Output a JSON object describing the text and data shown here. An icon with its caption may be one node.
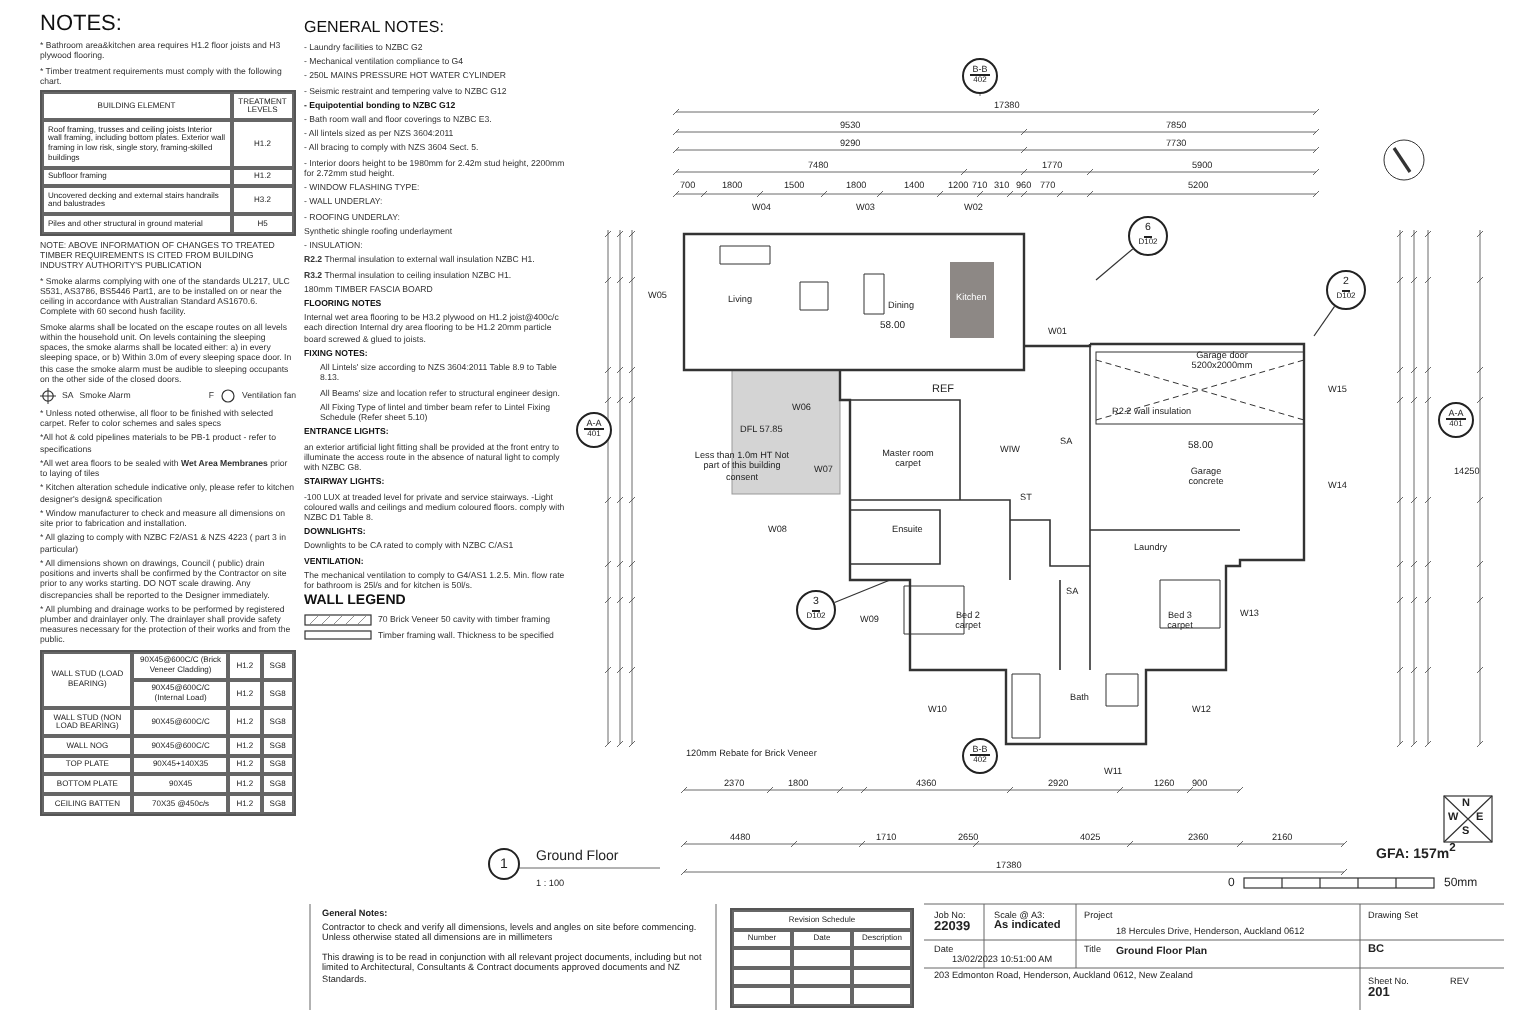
{
  "diagram": {
    "nodes": [
      {
        "text": [
          "B-B",
          "402"
        ]
      },
      {
        "text": [
          "B-B",
          "402"
        ]
      },
      {
        "text": [
          "A-A",
          "401"
        ]
      },
      {
        "text": [
          "A-A",
          "401"
        ]
      },
      {
        "text": [
          "6",
          "D102"
        ]
      },
      {
        "text": [
          "2",
          "D102"
        ]
      },
      {
        "text": [
          "3",
          "D102"
        ]
      },
      {
        "text": [
          "1"
        ]
      }
    ],
    "edges": [
      {
        "from": 4,
        "to": null,
        "arrow": "none"
      },
      {
        "from": 5,
        "to": null,
        "arrow": "none"
      },
      {
        "from": 6,
        "to": null,
        "arrow": "none"
      }
    ],
    "labels": [
      "NOTES:",
      "* Bathroom area&kitchen area requires H1.2 floor joists and H3 plywood flooring.",
      "* Timber treatment requirements must comply with the following chart.",
      "BUILDING ELEMENT",
      "TREATMENT LEVELS",
      "Roof framing, trusses and ceiling joists Interior wall framing, including bottom plates. Exterior wall framing in low risk, single story, framing-skilled buildings",
      "H1.2",
      "Subfloor framing",
      "H1.2",
      "Uncovered decking and external stairs handrails and balustrades",
      "H3.2",
      "Piles and other structural in ground material",
      "H5",
      "NOTE: ABOVE INFORMATION OF CHANGES TO TREATED TIMBER REQUIREMENTS IS CITED FROM BUILDING INDUSTRY AUTHORITY'S PUBLICATION",
      "* Smoke alarms complying with one of the standards UL217, ULC S531, AS3786, BS5446 Part1, are to be installed on or near the ceiling in accordance with Australian Standard AS1670.6. Complete with 60 second hush facility.",
      "Smoke alarms shall be located on the escape routes on all levels within the household unit. On levels containing the sleeping spaces, the smoke alarms shall be located either: a) in every sleeping space, or b) Within 3.0m of every sleeping space door. In this case the smoke alarm must be audible to sleeping occupants on the other side of the closed doors.",
      "SA",
      "F",
      "* Unless noted otherwise, all floor to be finished with selected carpet. Refer to color schemes and sales specs",
      "*All hot & cold pipelines materials to be PB-1 product - refer to specifications",
      "*All wet area floors to be sealed with **Wet Area Membranes** prior to laying of tiles",
      "* Kitchen alteration schedule indicative only, please refer to kitchen designer's design& specification",
      "* Window manufacturer to check and measure all dimensions on site prior to fabrication and installation.",
      "* All glazing to comply with NZBC F2/AS1 & NZS 4223 ( part 3 in particular)",
      "* All dimensions shown on drawings, Council ( public) drain positions and inverts shall be confirmed by the Contractor on site prior to any works starting. DO NOT scale drawing. Any discrepancies shall be reported to the Designer immediately.",
      "* All plumbing and drainage works to be performed by registered plumber and drainlayer only. The drainlayer shall provide safety measures necessary for the protection of their works and from the public.",
      "WALL STUD (LOAD BEARING)",
      "90X45@600C/C (Brick Veneer Cladding)",
      "H1.2",
      "SG8",
      "90X45@600C/C (Internal Load)",
      "H1.2",
      "SG8",
      "WALL STUD (NON LOAD BEARING)",
      "90X45@600C/C",
      "H1.2",
      "SG8",
      "WALL NOG",
      "90X45@600C/C",
      "H1.2",
      "SG8",
      "TOP PLATE",
      "90X45+140X35",
      "H1.2",
      "SG8",
      "BOTTOM PLATE",
      "90X45",
      "H1.2",
      "SG8",
      "CEILING BATTEN",
      "70X35 @450c/s",
      "H1.2",
      "SG8",
      "GENERAL NOTES:",
      "- Laundry facilities to NZBC G2",
      "- Mechanical ventilation compliance to G4",
      "- 250L MAINS PRESSURE HOT WATER CYLINDER",
      "- Seismic restraint and tempering valve to NZBC G12",
      "- Equipotential bonding to NZBC G12",
      "- Bath room wall and floor coverings to NZBC E3.",
      "- All lintels sized as per NZS 3604:2011",
      "- All bracing to comply with NZS 3604 Sect. 5.",
      "- Interior doors height to be 1980mm for 2.42m stud height, 2200mm for 2.72mm stud height.",
      "- WINDOW FLASHING TYPE:",
      "- WALL UNDERLAY:",
      "- ROOFING UNDERLAY:",
      "Synthetic shingle roofing underlayment",
      "- INSULATION:",
      "**R2.2** Thermal insulation to external wall insulation NZBC H1.",
      "**R3.2** Thermal insulation to ceiling insulation NZBC H1.",
      "180mm TIMBER FASCIA BOARD",
      "FLOORING NOTES",
      "Internal wet area flooring to be H3.2 plywood on H1.2 joist@400c/c each direction Internal dry area flooring to be H1.2 20mm particle board screwed & glued to joists.",
      "FIXING NOTES:",
      "All Lintels' size according to NZS 3604:2011 Table 8.9 to Table 8.13.",
      "All Beams' size and location refer to structural engineer design.",
      "All Fixing Type of lintel and timber beam refer to Lintel Fixing Schedule (Refer sheet 5.10)",
      "ENTRANCE LIGHTS:",
      "an exterior artificial light fitting shall be provided at the front entry to illuminate the access route in the absence of natural light to comply with NZBC G8.",
      "STAIRWAY LIGHTS:",
      "-100 LUX at treaded level for private and service stairways. -Light coloured walls and ceilings and medium coloured floors. comply with NZBC D1 Table 8.",
      "DOWNLIGHTS:",
      "Downlights to be CA rated to comply with NZBC C/AS1",
      "VENTILATION:",
      "The mechanical ventilation to comply to G4/AS1 1.2.5. Min. flow rate for bathroom is 25l/s and for kitchen is 50l/s.",
      "WALL LEGEND",
      "Living",
      "Dining",
      "Kitchen",
      "58.00",
      "W04",
      "W03",
      "W02",
      "W01",
      "W05",
      "W06",
      "DFL 57.85",
      "Less than 1.0m HT Not part of this building consent",
      "REF",
      "Master room carpet",
      "WIW",
      "ST",
      "Ensuite",
      "SA",
      "Garage door 5200x2000mm",
      "58.00",
      "Garage concrete",
      "Laundry",
      "W15",
      "W14",
      "Bed 2 carpet",
      "Bed 3 carpet",
      "W13",
      "W12",
      "W11",
      "W10",
      "W09",
      "W08",
      "W07",
      "Bath",
      "SA",
      "R2.2 wall insulation",
      "120mm Rebate for Brick Veneer",
      "17380",
      "9530",
      "7850",
      "9290",
      "7730",
      "7480",
      "1770",
      "5900",
      "700",
      "1800",
      "1500",
      "1800",
      "1400",
      "1200",
      "710",
      "310",
      "960",
      "770",
      "5200",
      "2370",
      "1800",
      "4360",
      "2920",
      "1260",
      "900",
      "4480",
      "1710",
      "2650",
      "4025",
      "2360",
      "2160",
      "17380",
      "14250",
      "GFA: 157m$^{2}$",
      "0",
      "50mm",
      "Ground Floor",
      "1 : 100",
      "General Notes:",
      "Contractor to check and verify all dimensions, levels and angles on site before commencing. Unless otherwise stated all dimensions are in millimeters",
      "This drawing is to be read in conjunction with all relevant project documents, including but not limited to Architectural, Consultants & Contract documents approved documents and NZ Standards.",
      "Revision Schedule",
      "Number",
      "Date",
      "Description",
      "Job No:",
      "22039",
      "Scale @ A3:",
      "As indicated",
      "Date",
      "13/02/2023 10:51:00 AM",
      "Project",
      "18 Hercules Drive, Henderson, Auckland 0612",
      "Title",
      "Ground Floor Plan",
      "Drawing Set",
      "BC",
      "203 Edmonton Road, Henderson, Auckland 0612, New Zealand",
      "Sheet No.",
      "REV",
      "201",
      "N",
      "W",
      "E",
      "S"
    ],
    "legend": [
      {
        "text": "Smoke Alarm"
      },
      {
        "text": "Ventilation fan"
      },
      {
        "text": "70 Brick Veneer 50 cavity with timber framing"
      },
      {
        "text": "Timber framing wall. Thickness to be specified"
      }
    ]
  }
}
